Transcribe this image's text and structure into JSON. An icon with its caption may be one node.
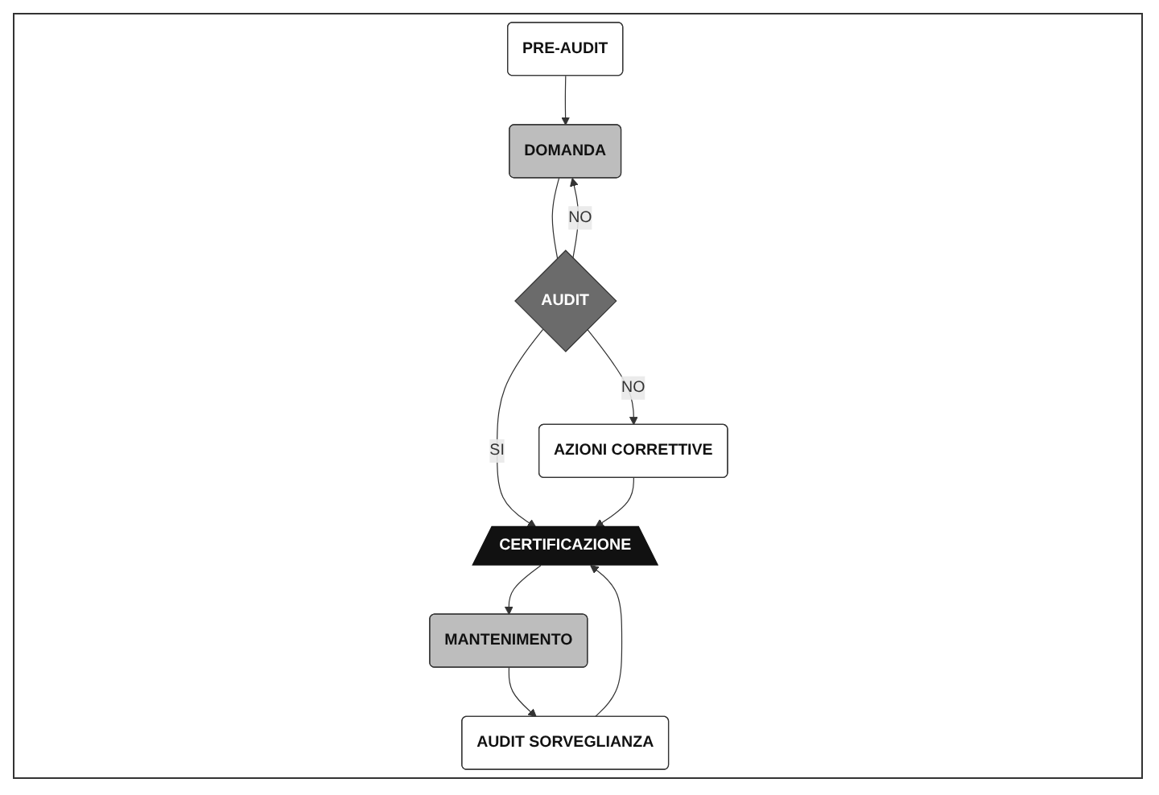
{
  "diagram": {
    "nodes": [
      {
        "text": [
          "PRE-AUDIT"
        ]
      },
      {
        "text": [
          "DOMANDA"
        ]
      },
      {
        "text": [
          "AUDIT"
        ]
      },
      {
        "text": [
          "AZIONI CORRETTIVE"
        ]
      },
      {
        "text": [
          "CERTIFICAZIONE"
        ]
      },
      {
        "text": [
          "MANTENIMENTO"
        ]
      },
      {
        "text": [
          "AUDIT SORVEGLIANZA"
        ]
      }
    ],
    "edges": [
      {
        "from": 0,
        "to": 1,
        "arrow": "to"
      },
      {
        "from": 1,
        "to": 2,
        "arrow": "none"
      },
      {
        "from": 2,
        "to": 1,
        "arrow": "to",
        "label": "NO"
      },
      {
        "from": 2,
        "to": 3,
        "arrow": "to",
        "label": "NO"
      },
      {
        "from": 2,
        "to": 4,
        "arrow": "to",
        "label": "SI"
      },
      {
        "from": 3,
        "to": 4,
        "arrow": "to"
      },
      {
        "from": 4,
        "to": 5,
        "arrow": "to"
      },
      {
        "from": 5,
        "to": 6,
        "arrow": "to"
      },
      {
        "from": 6,
        "to": 4,
        "arrow": "to"
      }
    ]
  }
}
